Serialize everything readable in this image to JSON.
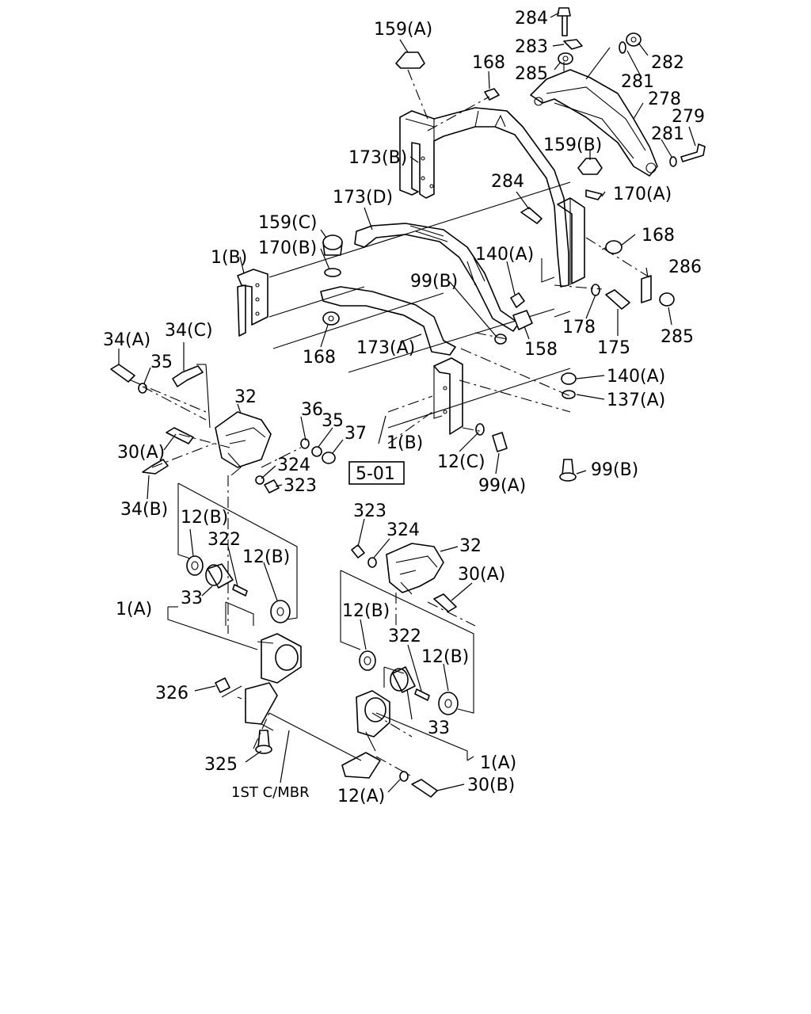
{
  "labels": {
    "l159a": "159(A)",
    "l284top": "284",
    "l283": "283",
    "l285top": "285",
    "l282": "282",
    "l168top": "168",
    "l281a": "281",
    "l278": "278",
    "l279": "279",
    "l173b": "173(B)",
    "l159b": "159(B)",
    "l281b": "281",
    "l170a": "170(A)",
    "l284mid": "284",
    "l173d": "173(D)",
    "l159c": "159(C)",
    "l168mid": "168",
    "l170b": "170(B)",
    "l286": "286",
    "l1b_left": "1(B)",
    "l140a_top": "140(A)",
    "l99b_top": "99(B)",
    "l178": "178",
    "l285mid": "285",
    "l175": "175",
    "l158": "158",
    "l173a": "173(A)",
    "l168low": "168",
    "l34a": "34(A)",
    "l34c": "34(C)",
    "l35a": "35",
    "l140a_r": "140(A)",
    "l137a": "137(A)",
    "l32a": "32",
    "l36": "36",
    "l35b": "35",
    "l37": "37",
    "l1b_mid": "1(B)",
    "l30a_l": "30(A)",
    "l324a": "324",
    "l12c": "12(C)",
    "l323a": "323",
    "l99b_r": "99(B)",
    "l34b": "34(B)",
    "l99a": "99(A)",
    "l12b_1": "12(B)",
    "l322_1": "322",
    "l12b_2": "12(B)",
    "l323b": "323",
    "l324b": "324",
    "l32b": "32",
    "l30a_r": "30(A)",
    "l33_1": "33",
    "l1a_l": "1(A)",
    "l12b_3": "12(B)",
    "l322_2": "322",
    "l12b_4": "12(B)",
    "l326": "326",
    "l33_2": "33",
    "l325": "325",
    "l1a_r": "1(A)",
    "l30b": "30(B)",
    "l1st": "1ST C/MBR",
    "l12a": "12(A)"
  },
  "reference_box": "5-01"
}
